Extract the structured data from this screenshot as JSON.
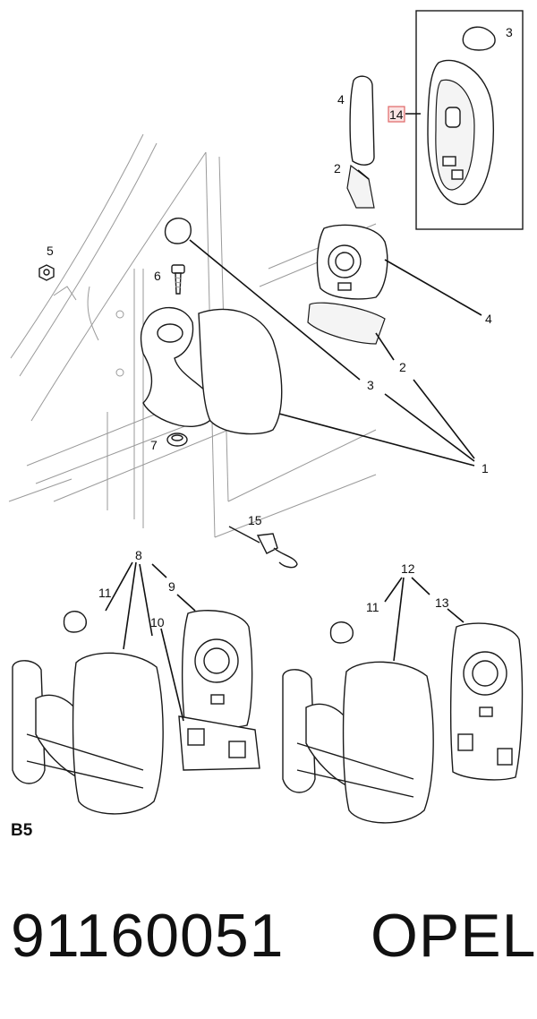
{
  "callouts": {
    "c1": "1",
    "c2a": "2",
    "c2b": "2",
    "c3a": "3",
    "c3b": "3",
    "c4a": "4",
    "c4b": "4",
    "c5": "5",
    "c6": "6",
    "c7": "7",
    "c8": "8",
    "c9": "9",
    "c10": "10",
    "c11a": "11",
    "c11b": "11",
    "c12": "12",
    "c13": "13",
    "c14": "14",
    "c15": "15"
  },
  "section_label": "B5",
  "part_number": "91160051",
  "brand": "OPEL",
  "colors": {
    "line": "#1a1a1a",
    "body_line": "#9a9a9a",
    "highlight_box": "#e06666",
    "highlight_fill": "#fbe3e3"
  }
}
